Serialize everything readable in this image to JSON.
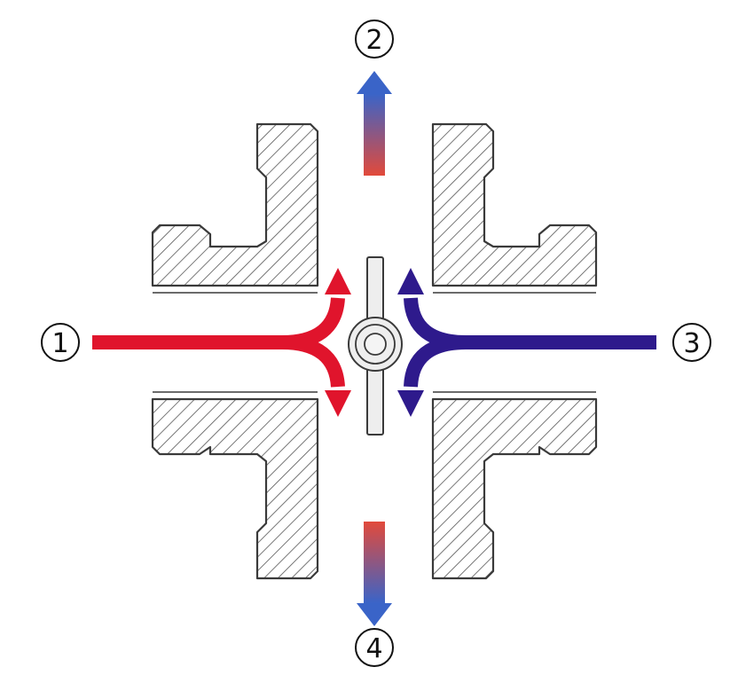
{
  "ports": [
    {
      "id": "port-1",
      "label": "1",
      "role": "inlet",
      "color": "#e0142c"
    },
    {
      "id": "port-2",
      "label": "2",
      "role": "outlet",
      "color_from": "#e24a3b",
      "color_to": "#3a64c8"
    },
    {
      "id": "port-3",
      "label": "3",
      "role": "inlet",
      "color": "#2e1a8c"
    },
    {
      "id": "port-4",
      "label": "4",
      "role": "outlet",
      "color_from": "#e24a3b",
      "color_to": "#3a64c8"
    }
  ],
  "colors": {
    "hot": "#e0142c",
    "cold": "#2e1a8c",
    "outlet_top": "#e24a3b",
    "outlet_bottom": "#3a64c8",
    "outline": "#3a3a3a",
    "disc": "#eeeeee"
  }
}
